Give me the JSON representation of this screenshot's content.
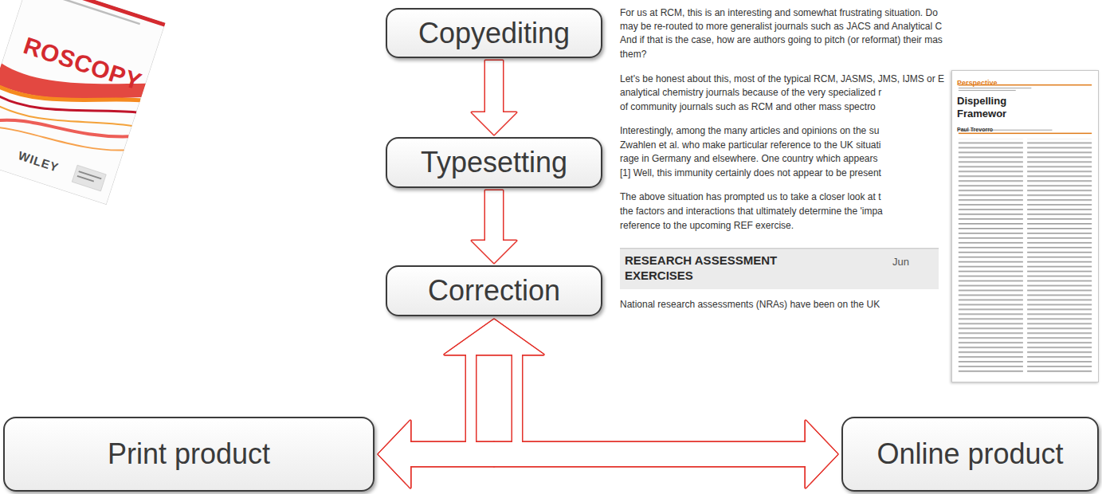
{
  "diagram": {
    "nodes": [
      {
        "text": [
          "Copyediting"
        ]
      },
      {
        "text": [
          "Typesetting"
        ]
      },
      {
        "text": [
          "Correction"
        ]
      },
      {
        "text": [
          "Print product"
        ]
      },
      {
        "text": [
          "Online product"
        ]
      }
    ],
    "edges": [
      {
        "from": 0,
        "to": 1,
        "arrow": "to"
      },
      {
        "from": 1,
        "to": 2,
        "arrow": "to"
      },
      {
        "from": 2,
        "to": 3,
        "arrow": "both"
      },
      {
        "from": 2,
        "to": 4,
        "arrow": "both"
      },
      {
        "from": 3,
        "to": 4,
        "arrow": "both"
      }
    ],
    "labels": [
      "ROSCOPY",
      "WILEY",
      "For us at RCM, this is an interesting and somewhat frustrating situation. Do",
      "may be re-routed to more generalist journals such as JACS and Analytical C",
      "And if that is the case, how are authors going to pitch (or reformat) their mas",
      "them?",
      "Let's be honest about this, most of the typical RCM, JASMS, JMS, IJMS or E",
      "analytical chemistry journals because of the very specialized r",
      "of community journals such as RCM and other mass spectro",
      "Interestingly, among the many articles and opinions on the su",
      "Zwahlen et al. who make particular reference to the UK situati",
      "rage in Germany and elsewhere. One country which appears",
      "[1] Well, this immunity certainly does not appear to be present",
      "The above situation has prompted us to take a closer look at t",
      "the factors and interactions that ultimately determine the 'impa",
      "reference to the upcoming REF exercise.",
      "RESEARCH ASSESSMENT EXERCISES",
      "Jun",
      "National research assessments (NRAs) have been on the UK",
      "Perspective",
      "Dispelling",
      "Framewor",
      "Paul Trevorro"
    ]
  }
}
